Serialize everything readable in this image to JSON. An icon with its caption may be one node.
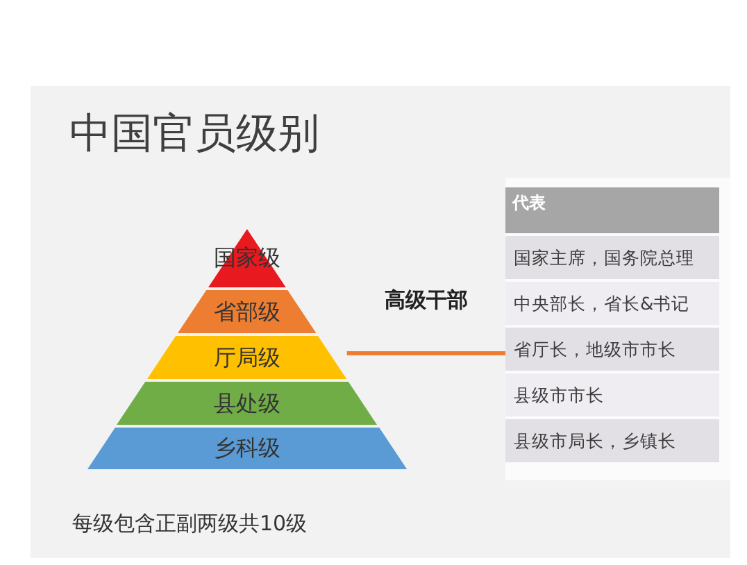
{
  "diagram": {
    "title": "中国官员级别",
    "caption": "每级包含正副两级共10级",
    "nodes": [
      {
        "text": [
          "国家级"
        ]
      },
      {
        "text": [
          "省部级"
        ]
      },
      {
        "text": [
          "厅局级"
        ]
      },
      {
        "text": [
          "县处级"
        ]
      },
      {
        "text": [
          "乡科级"
        ]
      },
      {
        "text": [
          "代表"
        ]
      },
      {
        "text": [
          "国家主席，国务院总理"
        ],
        "in": 5
      },
      {
        "text": [
          "中央部长，省长&书记"
        ],
        "in": 5
      },
      {
        "text": [
          "省厅长，地级市市长"
        ],
        "in": 5
      },
      {
        "text": [
          "县级市市长"
        ],
        "in": 5
      },
      {
        "text": [
          "县级市局长，乡镇长"
        ],
        "in": 5
      }
    ],
    "edges": [
      {
        "from": 2,
        "to": 8,
        "arrow": "none",
        "label": "高级干部",
        "color": "#ed7d31"
      }
    ]
  }
}
